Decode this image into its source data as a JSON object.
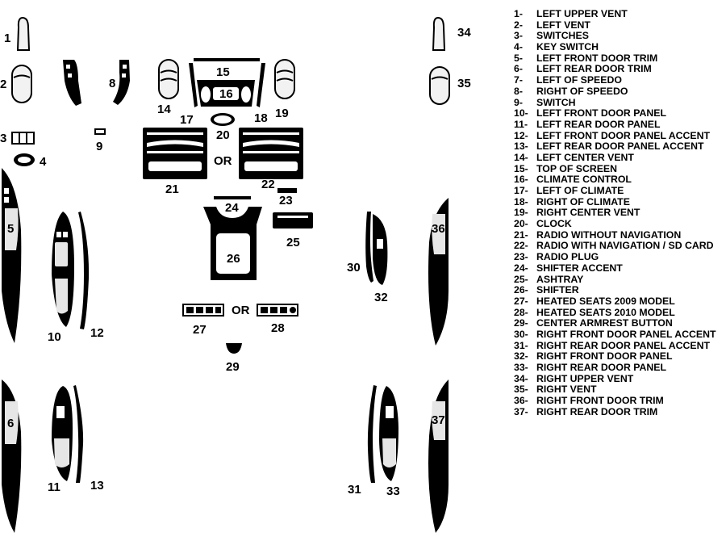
{
  "parts": [
    {
      "number": "1",
      "label": "LEFT UPPER VENT"
    },
    {
      "number": "2",
      "label": "LEFT VENT"
    },
    {
      "number": "3",
      "label": "SWITCHES"
    },
    {
      "number": "4",
      "label": "KEY SWITCH"
    },
    {
      "number": "5",
      "label": "LEFT FRONT DOOR TRIM"
    },
    {
      "number": "6",
      "label": "LEFT REAR DOOR TRIM"
    },
    {
      "number": "7",
      "label": "LEFT OF SPEEDO"
    },
    {
      "number": "8",
      "label": "RIGHT OF SPEEDO"
    },
    {
      "number": "9",
      "label": "SWITCH"
    },
    {
      "number": "10",
      "label": "LEFT FRONT DOOR PANEL"
    },
    {
      "number": "11",
      "label": "LEFT REAR DOOR PANEL"
    },
    {
      "number": "12",
      "label": "LEFT FRONT DOOR PANEL ACCENT"
    },
    {
      "number": "13",
      "label": "LEFT REAR DOOR PANEL ACCENT"
    },
    {
      "number": "14",
      "label": "LEFT CENTER VENT"
    },
    {
      "number": "15",
      "label": "TOP OF SCREEN"
    },
    {
      "number": "16",
      "label": "CLIMATE CONTROL"
    },
    {
      "number": "17",
      "label": "LEFT OF CLIMATE"
    },
    {
      "number": "18",
      "label": "RIGHT OF CLIMATE"
    },
    {
      "number": "19",
      "label": "RIGHT CENTER VENT"
    },
    {
      "number": "20",
      "label": "CLOCK"
    },
    {
      "number": "21",
      "label": "RADIO WITHOUT NAVIGATION"
    },
    {
      "number": "22",
      "label": "RADIO WITH NAVIGATION / SD CARD"
    },
    {
      "number": "23",
      "label": "RADIO PLUG"
    },
    {
      "number": "24",
      "label": "SHIFTER ACCENT"
    },
    {
      "number": "25",
      "label": "ASHTRAY"
    },
    {
      "number": "26",
      "label": "SHIFTER"
    },
    {
      "number": "27",
      "label": "HEATED SEATS 2009 MODEL"
    },
    {
      "number": "28",
      "label": "HEATED SEATS 2010 MODEL"
    },
    {
      "number": "29",
      "label": "CENTER ARMREST BUTTON"
    },
    {
      "number": "30",
      "label": "RIGHT FRONT DOOR PANEL ACCENT"
    },
    {
      "number": "31",
      "label": "RIGHT REAR DOOR PANEL ACCENT"
    },
    {
      "number": "32",
      "label": "RIGHT FRONT DOOR PANEL"
    },
    {
      "number": "33",
      "label": "RIGHT REAR DOOR PANEL"
    },
    {
      "number": "34",
      "label": "RIGHT UPPER VENT"
    },
    {
      "number": "35",
      "label": "RIGHT VENT"
    },
    {
      "number": "36",
      "label": "RIGHT FRONT DOOR TRIM"
    },
    {
      "number": "37",
      "label": "RIGHT REAR DOOR TRIM"
    }
  ],
  "or_label": "OR"
}
